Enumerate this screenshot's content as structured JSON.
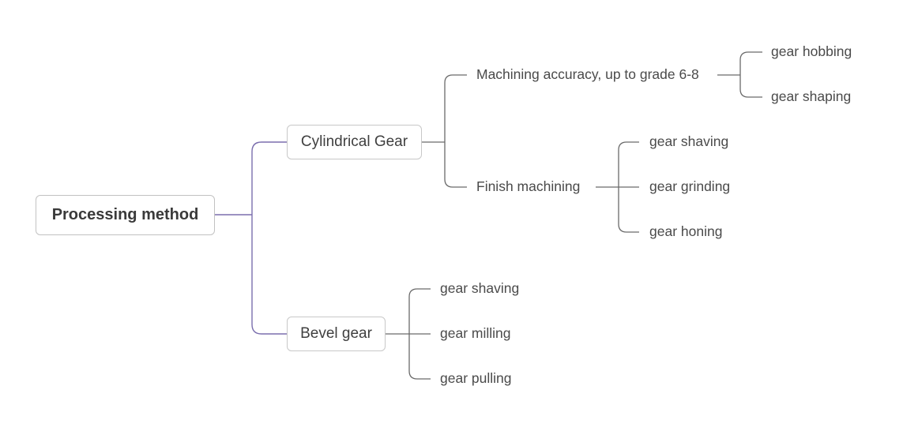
{
  "diagram": {
    "root": {
      "label": "Processing method"
    },
    "cylindrical": {
      "label": "Cylindrical Gear",
      "accuracy": {
        "label": "Machining accuracy, up to grade 6-8",
        "children": [
          "gear hobbing",
          "gear shaping"
        ]
      },
      "finish": {
        "label": "Finish machining",
        "children": [
          "gear shaving",
          "gear grinding",
          "gear honing"
        ]
      }
    },
    "bevel": {
      "label": "Bevel gear",
      "children": [
        "gear shaving",
        "gear milling",
        "gear pulling"
      ]
    },
    "colors": {
      "root_branch": "#7b6fae",
      "sub_branch": "#6a6a6a",
      "node_border": "#c2c2c2",
      "text": "#3e3e3e"
    }
  }
}
